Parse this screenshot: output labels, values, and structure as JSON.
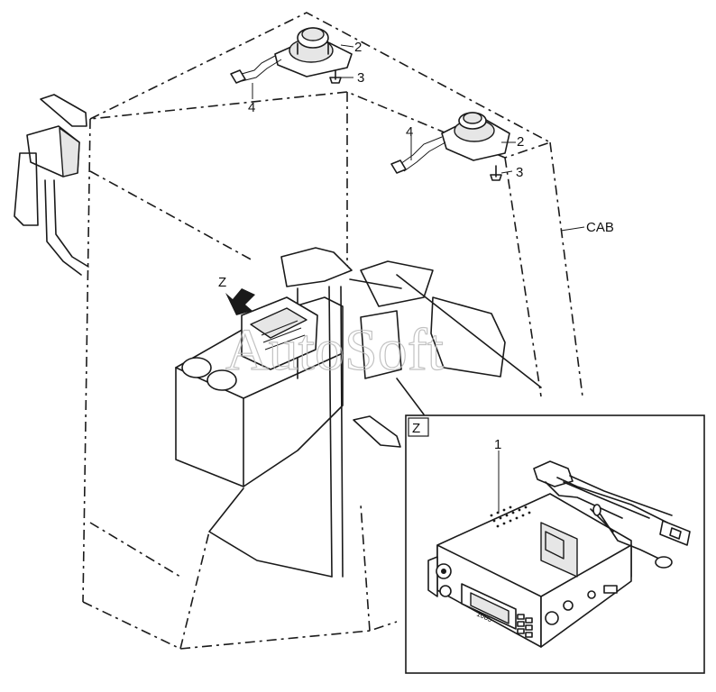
{
  "diagram": {
    "watermark": "AutoSoft",
    "callouts": {
      "z_marker": "Z",
      "detail_label": "Z",
      "cab": "CAB",
      "radio": "1",
      "speaker_upper": "2",
      "speaker_lower": "2",
      "screw_upper": "3",
      "screw_lower": "3",
      "harness_upper": "4",
      "harness_lower": "4"
    },
    "radio_display": "1085"
  }
}
